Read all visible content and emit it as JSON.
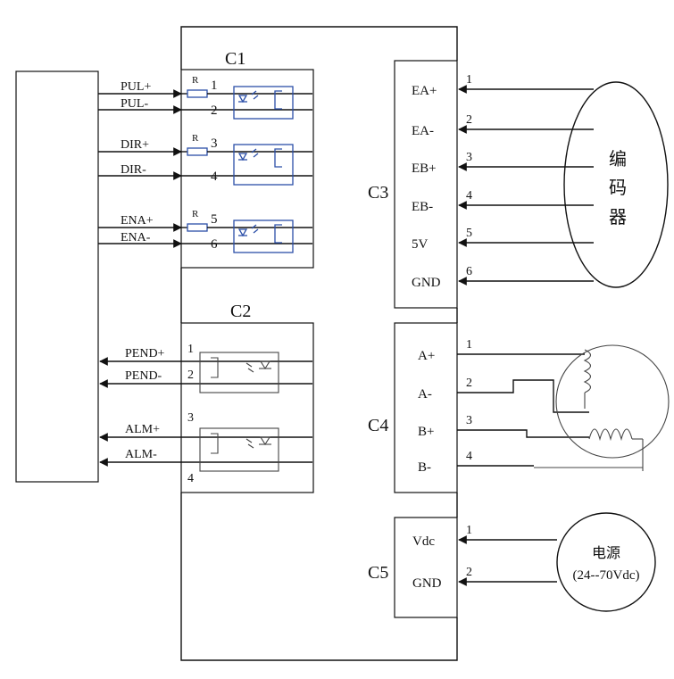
{
  "c1": {
    "title": "C1",
    "resistor_label": "R",
    "signals": [
      {
        "pos": "PUL+",
        "neg": "PUL-",
        "pin_pos": "1",
        "pin_neg": "2"
      },
      {
        "pos": "DIR+",
        "neg": "DIR-",
        "pin_pos": "3",
        "pin_neg": "4"
      },
      {
        "pos": "ENA+",
        "neg": "ENA-",
        "pin_pos": "5",
        "pin_neg": "6"
      }
    ]
  },
  "c2": {
    "title": "C2",
    "outputs": [
      {
        "pos": "PEND+",
        "neg": "PEND-",
        "pin_pos": "1",
        "pin_neg": "2"
      },
      {
        "pos": "ALM+",
        "neg": "ALM-",
        "pin_pos": "3",
        "pin_neg": "4"
      }
    ]
  },
  "c3": {
    "title": "C3",
    "pins": [
      {
        "label": "EA+",
        "num": "1"
      },
      {
        "label": "EA-",
        "num": "2"
      },
      {
        "label": "EB+",
        "num": "3"
      },
      {
        "label": "EB-",
        "num": "4"
      },
      {
        "label": "5V",
        "num": "5"
      },
      {
        "label": "GND",
        "num": "6"
      }
    ]
  },
  "c4": {
    "title": "C4",
    "pins": [
      {
        "label": "A+",
        "num": "1"
      },
      {
        "label": "A-",
        "num": "2"
      },
      {
        "label": "B+",
        "num": "3"
      },
      {
        "label": "B-",
        "num": "4"
      }
    ]
  },
  "c5": {
    "title": "C5",
    "pins": [
      {
        "label": "Vdc",
        "num": "1"
      },
      {
        "label": "GND",
        "num": "2"
      }
    ]
  },
  "encoder": {
    "chars": [
      "编",
      "码",
      "器"
    ]
  },
  "power": {
    "line1": "电源",
    "line2": "(24--70Vdc)"
  }
}
